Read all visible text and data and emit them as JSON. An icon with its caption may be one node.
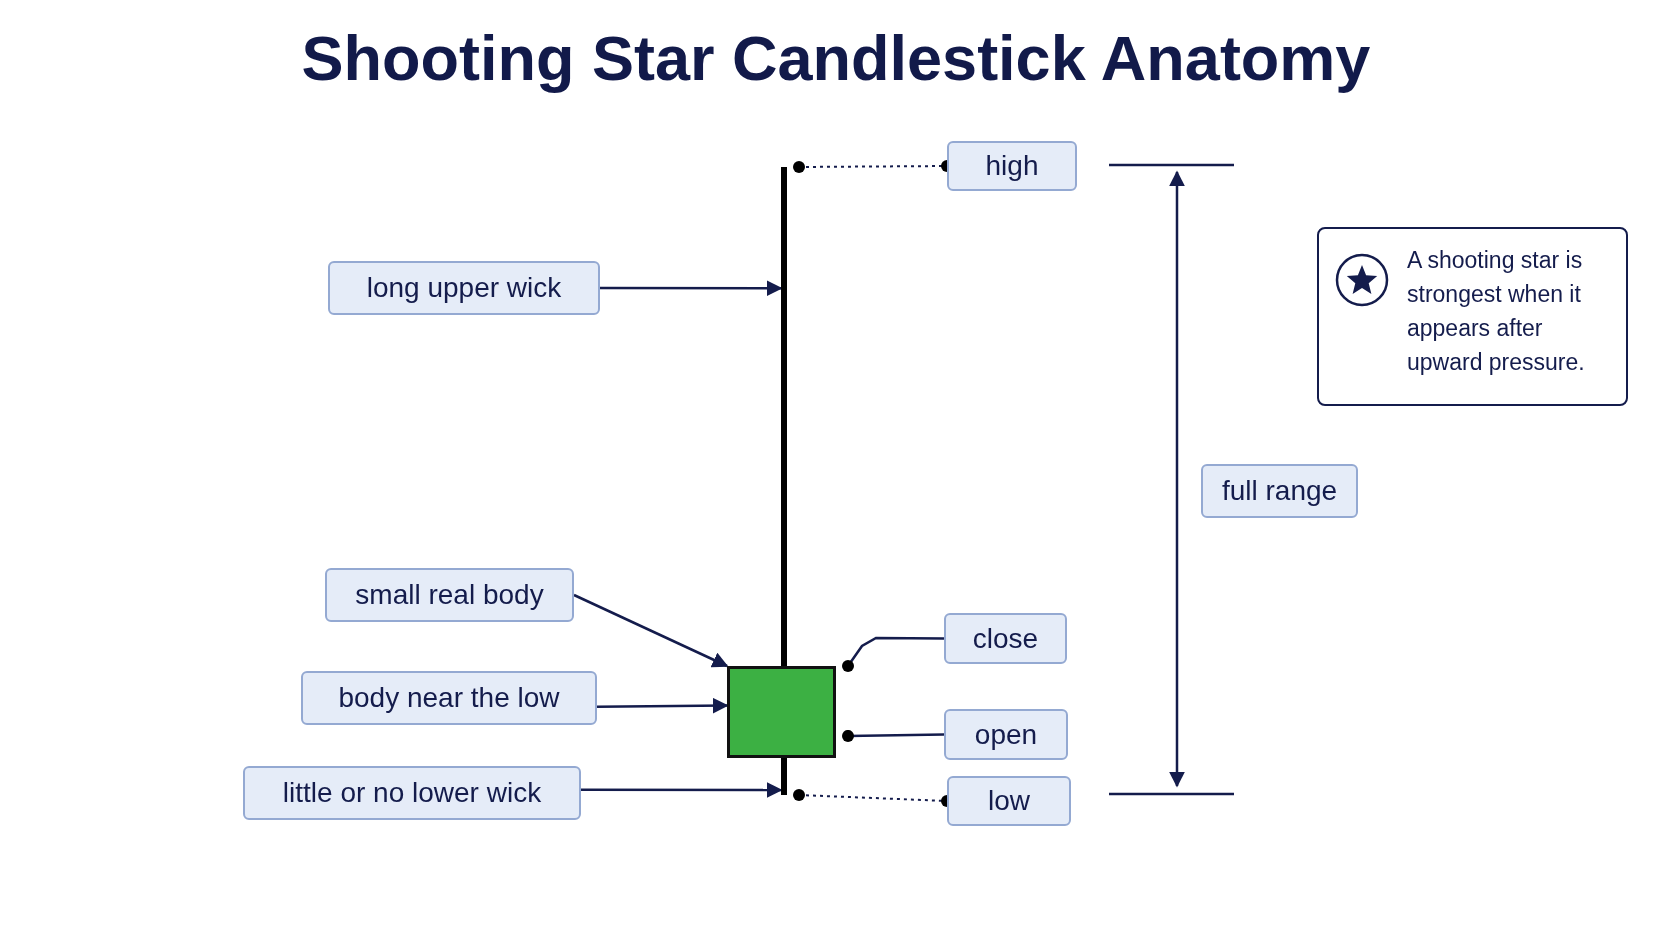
{
  "diagram": {
    "title": "Shooting Star Candlestick Anatomy",
    "nodes": [
      {
        "text": [
          "high"
        ]
      },
      {
        "text": [
          "long upper wick"
        ]
      },
      {
        "text": [
          "A shooting star is strongest when it appears after upward pressure."
        ]
      },
      {
        "text": [
          "full range"
        ]
      },
      {
        "text": [
          "small real body"
        ]
      },
      {
        "text": [
          "body near the low"
        ]
      },
      {
        "text": [
          "close"
        ]
      },
      {
        "text": [
          "open"
        ]
      },
      {
        "text": [
          "little or no lower wick"
        ]
      },
      {
        "text": [
          "low"
        ]
      },
      {
        "text": [],
        "shape": "bar"
      },
      {
        "text": [],
        "shape": "box"
      }
    ],
    "edges": [
      {
        "from": 10,
        "to": 0,
        "arrow": "other",
        "style": "dashed"
      },
      {
        "from": 1,
        "to": 10,
        "arrow": "to"
      },
      {
        "from": 4,
        "to": 11,
        "arrow": "to"
      },
      {
        "from": 5,
        "to": 11,
        "arrow": "to"
      },
      {
        "from": 8,
        "to": 10,
        "arrow": "to"
      },
      {
        "from": 11,
        "to": 6,
        "arrow": "other"
      },
      {
        "from": 11,
        "to": 7,
        "arrow": "other"
      },
      {
        "from": 10,
        "to": 9,
        "arrow": "other",
        "style": "dashed"
      }
    ]
  }
}
